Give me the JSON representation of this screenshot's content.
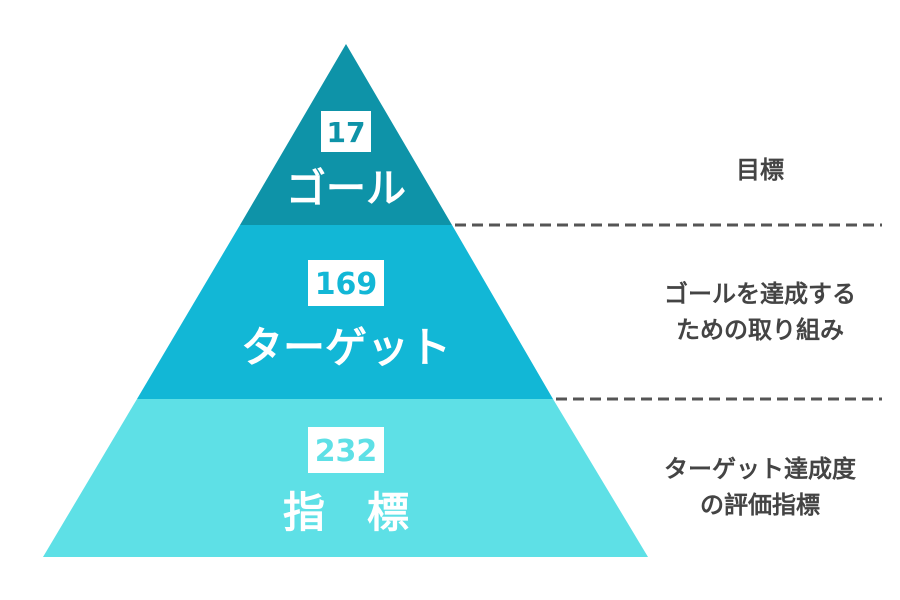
{
  "tiers": [
    {
      "number": "17",
      "label": "ゴール",
      "color": "#0e93a8"
    },
    {
      "number": "169",
      "label": "ターゲット",
      "color": "#12b7d6"
    },
    {
      "number": "232",
      "label": "指　標",
      "color": "#5ee0e6"
    }
  ],
  "descriptions": [
    {
      "lines": [
        "目標"
      ]
    },
    {
      "lines": [
        "ゴールを達成する",
        "ための取り組み"
      ]
    },
    {
      "lines": [
        "ターゲット達成度",
        "の評価指標"
      ]
    }
  ],
  "colors": {
    "number_box_bg": "#ffffff",
    "tier_label_text": "#ffffff",
    "description_text": "#444444",
    "separator": "#555555"
  }
}
